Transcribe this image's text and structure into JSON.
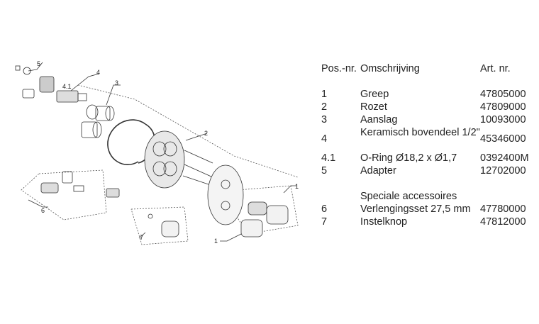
{
  "table": {
    "headers": {
      "pos": "Pos.-nr.",
      "desc": "Omschrijving",
      "art": "Art. nr."
    },
    "rows": [
      {
        "pos": "1",
        "desc": "Greep",
        "art": "47805000"
      },
      {
        "pos": "2",
        "desc": "Rozet",
        "art": "47809000"
      },
      {
        "pos": "3",
        "desc": "Aanslag",
        "art": "10093000"
      },
      {
        "pos": "4",
        "desc": "Keramisch bovendeel 1/2\"",
        "art": "45346000"
      },
      {
        "pos": "4.1",
        "desc": "O-Ring Ø18,2 x Ø1,7",
        "art": "0392400M"
      },
      {
        "pos": "5",
        "desc": "Adapter",
        "art": "12702000"
      }
    ],
    "accessories_title": "Speciale accessoires",
    "accessories": [
      {
        "pos": "6",
        "desc": "Verlengingsset 27,5 mm",
        "art": "47780000"
      },
      {
        "pos": "7",
        "desc": "Instelknop",
        "art": "47812000"
      }
    ]
  },
  "diagram": {
    "callouts": {
      "c1a": "1",
      "c1b": "1",
      "c2": "2",
      "c3": "3",
      "c4": "4",
      "c41": "4.1",
      "c5": "5",
      "c6": "6",
      "c7": "7"
    }
  }
}
